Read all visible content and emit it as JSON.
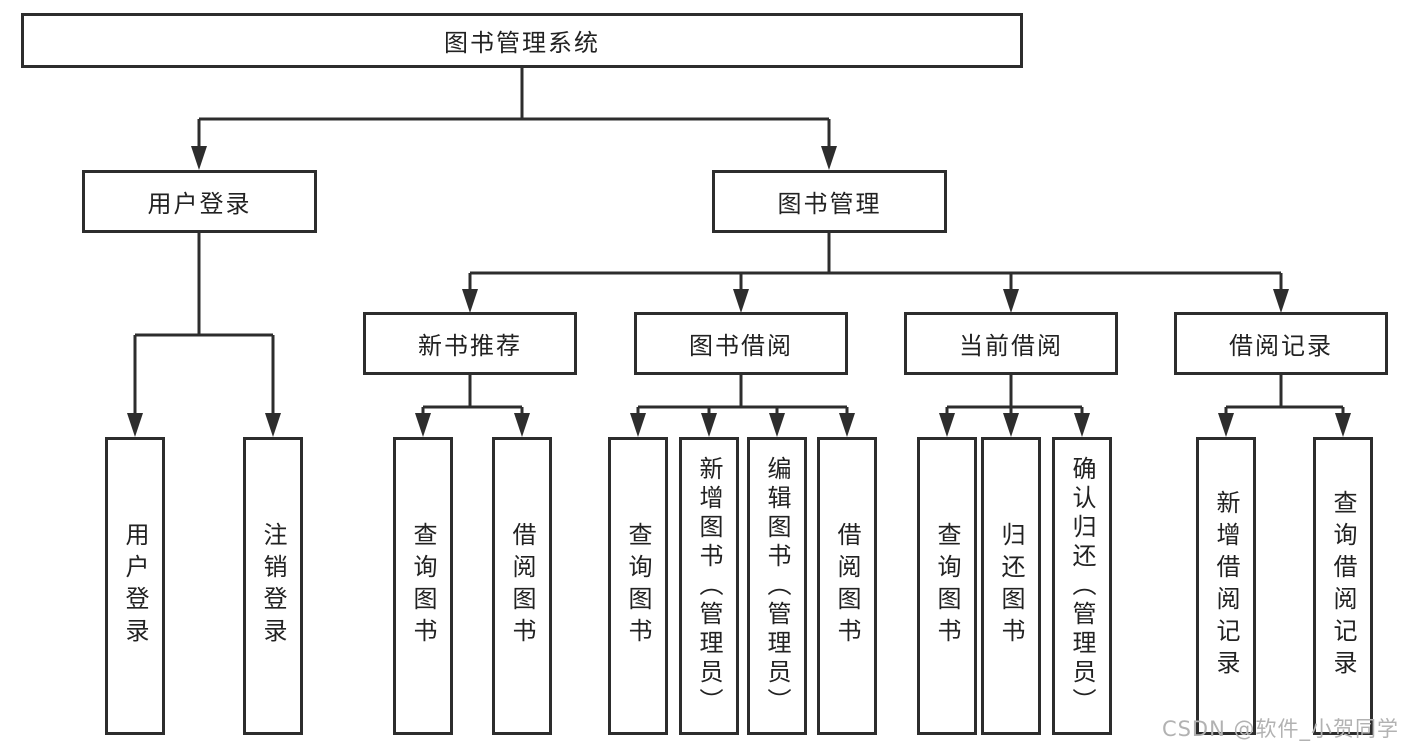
{
  "diagram": {
    "root": {
      "label": "图书管理系统"
    },
    "branches": [
      {
        "label": "用户登录",
        "children": [
          {
            "label": "用户登录"
          },
          {
            "label": "注销登录"
          }
        ]
      },
      {
        "label": "图书管理",
        "children": [
          {
            "label": "新书推荐",
            "children": [
              {
                "label": "查询图书"
              },
              {
                "label": "借阅图书"
              }
            ]
          },
          {
            "label": "图书借阅",
            "children": [
              {
                "label": "查询图书"
              },
              {
                "label": "新增图书（管理员）"
              },
              {
                "label": "编辑图书（管理员）"
              },
              {
                "label": "借阅图书"
              }
            ]
          },
          {
            "label": "当前借阅",
            "children": [
              {
                "label": "查询图书"
              },
              {
                "label": "归还图书"
              },
              {
                "label": "确认归还（管理员）"
              }
            ]
          },
          {
            "label": "借阅记录",
            "children": [
              {
                "label": "新增借阅记录"
              },
              {
                "label": "查询借阅记录"
              }
            ]
          }
        ]
      }
    ]
  },
  "watermark": {
    "text": "CSDN @软件_小贺同学"
  },
  "colors": {
    "line": "#2d2d2d",
    "text": "#222222",
    "watermark": "#b2b2b2",
    "background": "#ffffff"
  }
}
